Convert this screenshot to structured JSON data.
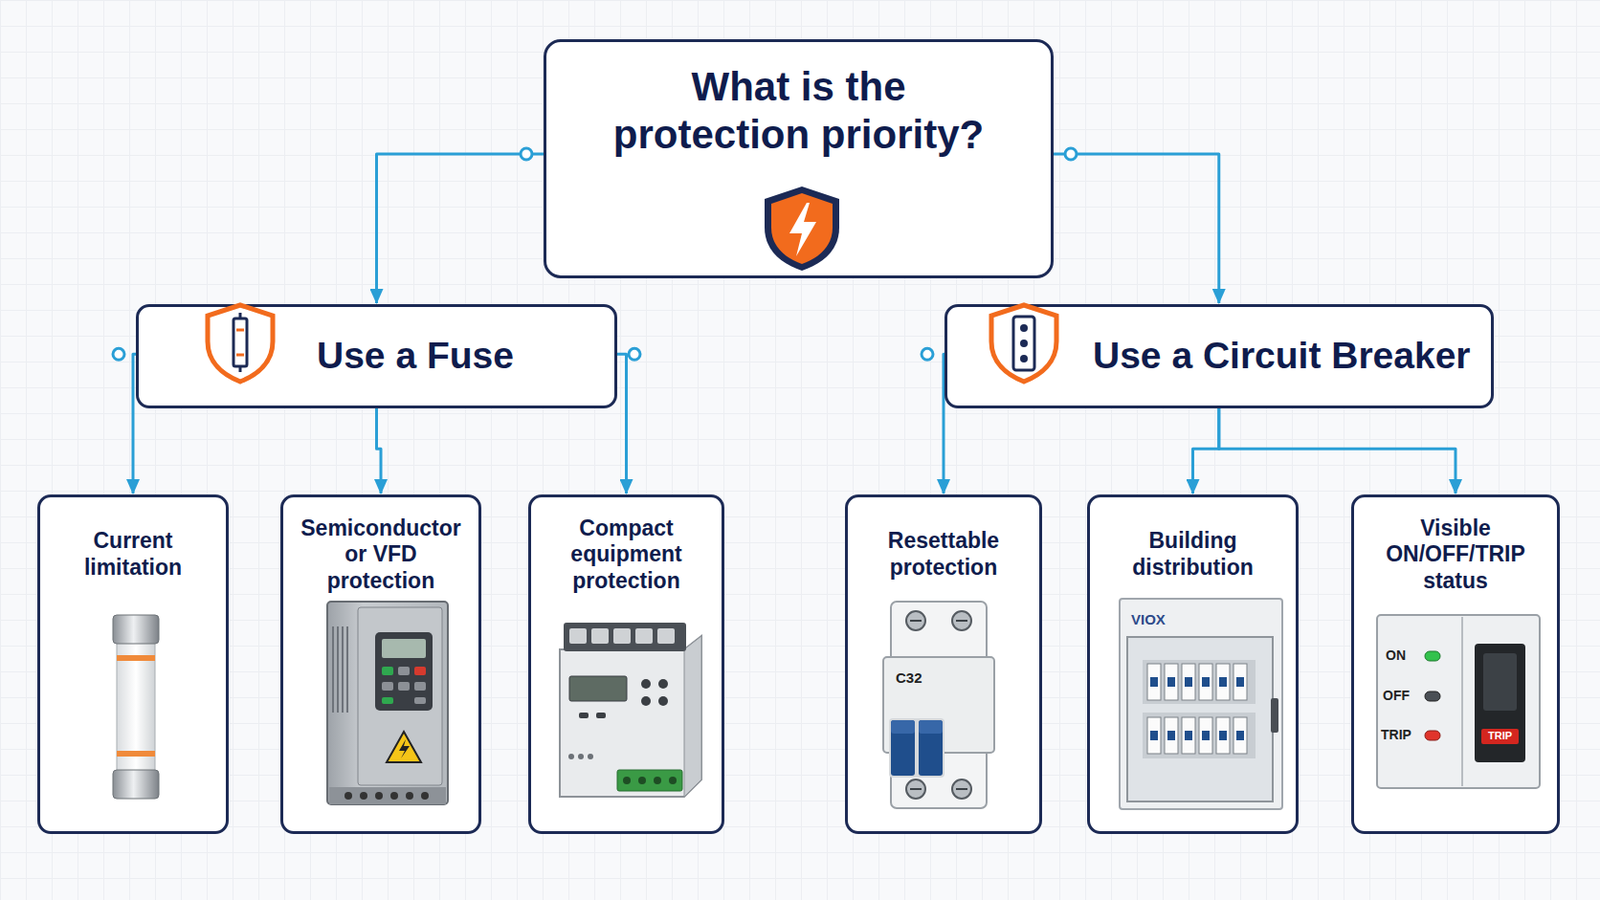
{
  "diagram": {
    "nodes": [
      {
        "text": [
          "What is the protection priority?"
        ]
      },
      {
        "text": [
          "Use a Fuse"
        ]
      },
      {
        "text": [
          "Use a Circuit Breaker"
        ]
      },
      {
        "text": [
          "Current limitation"
        ]
      },
      {
        "text": [
          "Semiconductor or VFD protection"
        ]
      },
      {
        "text": [
          "Compact equipment protection"
        ]
      },
      {
        "text": [
          "Resettable protection"
        ]
      },
      {
        "text": [
          "Building distribution"
        ]
      },
      {
        "text": [
          "Visible ON/OFF/TRIP status"
        ]
      }
    ],
    "edges": [
      {
        "from": 0,
        "to": 1,
        "arrow": "to"
      },
      {
        "from": 0,
        "to": 2,
        "arrow": "to"
      },
      {
        "from": 1,
        "to": 3,
        "arrow": "to"
      },
      {
        "from": 1,
        "to": 4,
        "arrow": "to"
      },
      {
        "from": 1,
        "to": 5,
        "arrow": "to"
      },
      {
        "from": 2,
        "to": 6,
        "arrow": "to"
      },
      {
        "from": 2,
        "to": 7,
        "arrow": "to"
      },
      {
        "from": 2,
        "to": 8,
        "arrow": "to"
      }
    ],
    "labels": [
      "C32",
      "VIOX",
      "ON",
      "OFF",
      "TRIP",
      "TRIP"
    ]
  }
}
